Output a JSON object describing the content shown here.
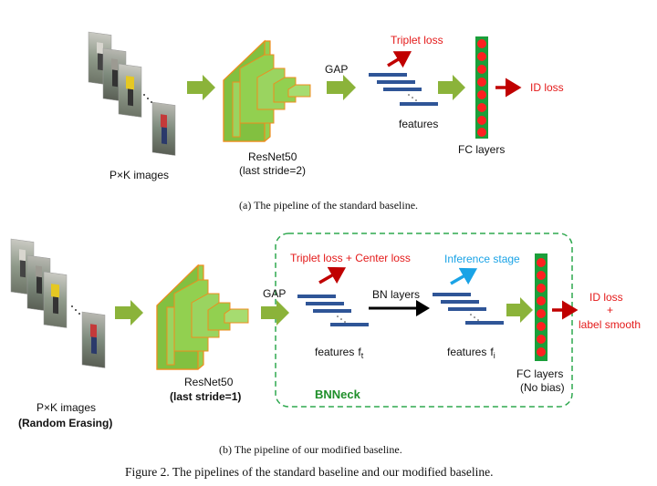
{
  "top": {
    "images_label": "P×K images",
    "backbone_label": "ResNet50",
    "backbone_sub": "(last stride=2)",
    "gap_label": "GAP",
    "triplet_label": "Triplet loss",
    "features_label": "features",
    "id_loss_label": "ID loss",
    "fc_label": "FC layers",
    "caption": "(a)  The pipeline of the standard baseline."
  },
  "bottom": {
    "images_label": "P×K images",
    "images_sub": "(Random Erasing)",
    "backbone_label": "ResNet50",
    "backbone_sub": "(last stride=1)",
    "gap_label": "GAP",
    "triplet_center_label": "Triplet loss + Center loss",
    "bn_label": "BN layers",
    "inference_label": "Inference stage",
    "features_t_label": "features",
    "features_t_sym": "f",
    "features_t_sub": "t",
    "features_i_label": "features",
    "features_i_sym": "f",
    "features_i_sub": "i",
    "id_loss_label": "ID loss",
    "plus_label": "+",
    "label_smooth_label": "label smooth",
    "fc_label": "FC layers",
    "fc_sub": "(No bias)",
    "bnneck_label": "BNNeck",
    "caption": "(b)  The pipeline of our modified baseline."
  },
  "figure_caption": "Figure 2. The pipelines of the standard baseline and our modified baseline.",
  "colors": {
    "green_arrow": "#8bb33a",
    "resnet_fill": "#92d050",
    "resnet_edge": "#f08c1e",
    "feature_bar": "#2f5597",
    "fc_bar": "#1a9f3a",
    "fc_dot": "#ff2020",
    "red_arrow": "#c00000",
    "cyan_arrow": "#1aa3e6",
    "bnneck_border": "#2fa84f"
  }
}
